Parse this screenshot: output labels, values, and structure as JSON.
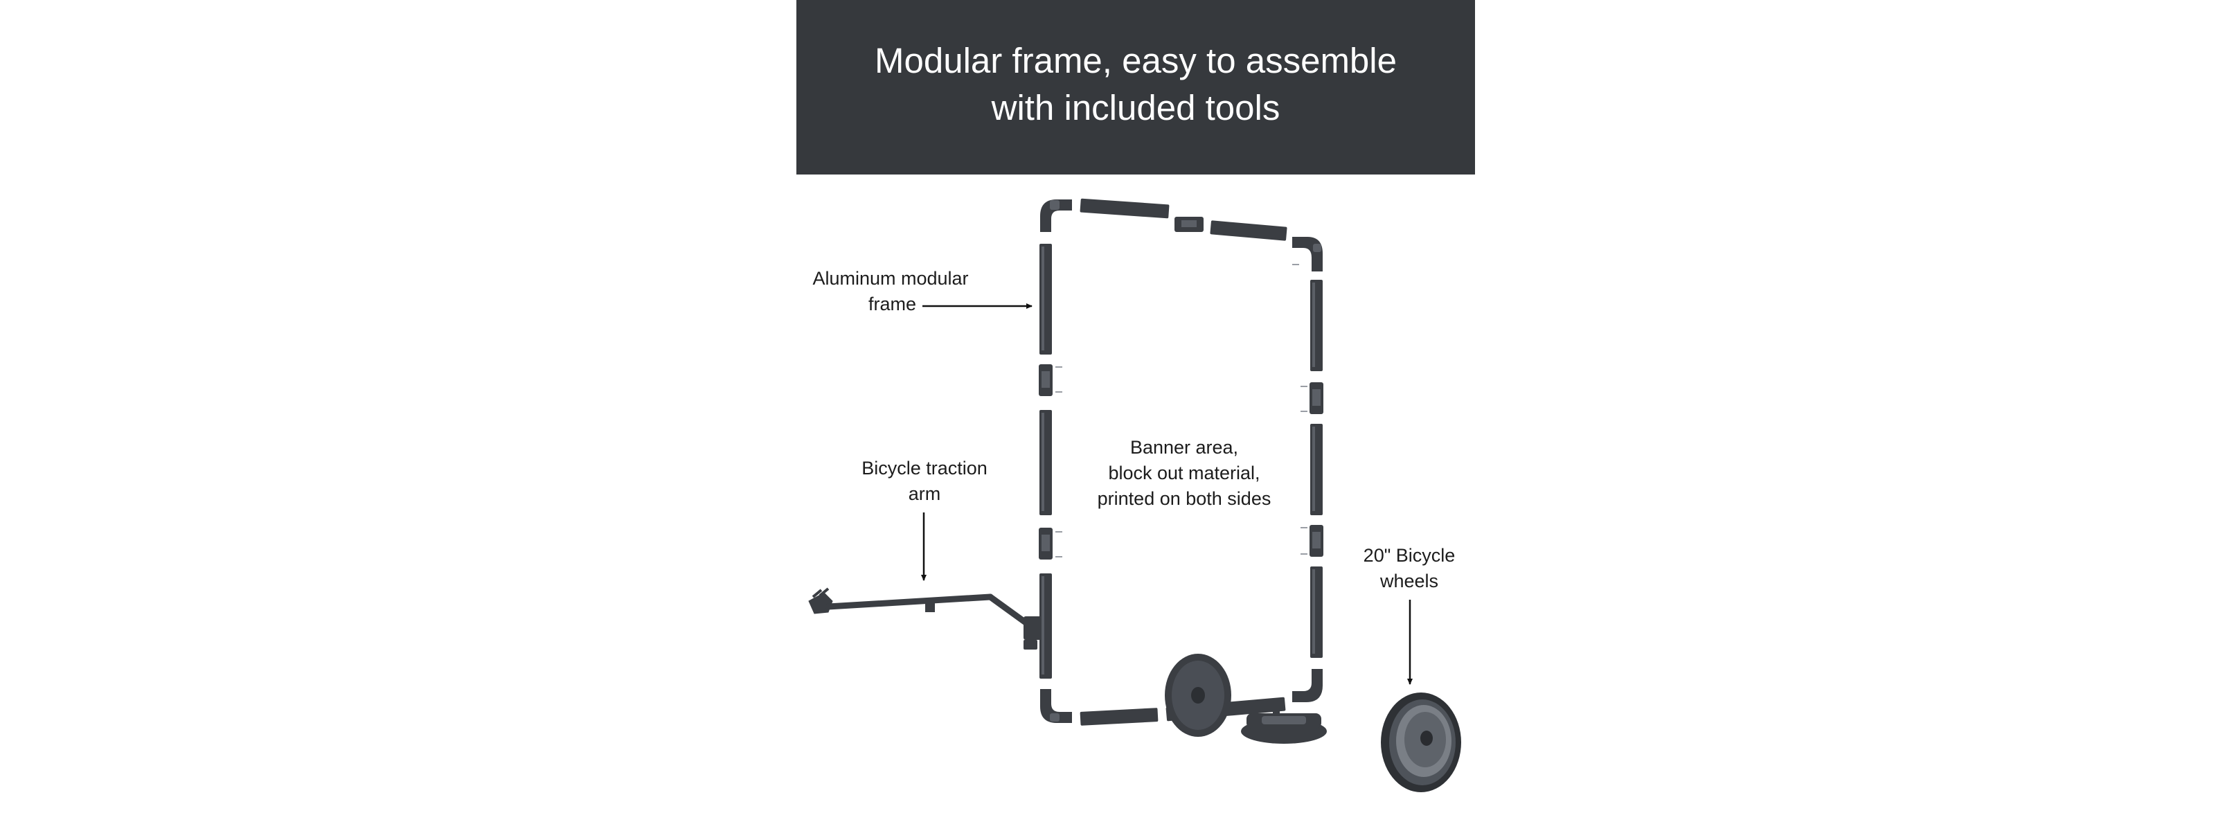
{
  "header": {
    "title_line1": "Modular frame, easy to assemble",
    "title_line2": "with included tools",
    "background_color": "#36393d"
  },
  "callouts": {
    "frame": {
      "line1": "Aluminum modular",
      "line2": "frame"
    },
    "arm": {
      "line1": "Bicycle traction",
      "line2": "arm"
    },
    "banner": {
      "line1": "Banner area,",
      "line2": "block out material,",
      "line3": "printed on both sides"
    },
    "wheels": {
      "line1": "20\" Bicycle",
      "line2": "wheels"
    }
  },
  "colors": {
    "frame_metal": "#3b3e43",
    "frame_highlight": "#5b5f66",
    "arrow": "#111111",
    "label_text": "#1c1c1c"
  }
}
